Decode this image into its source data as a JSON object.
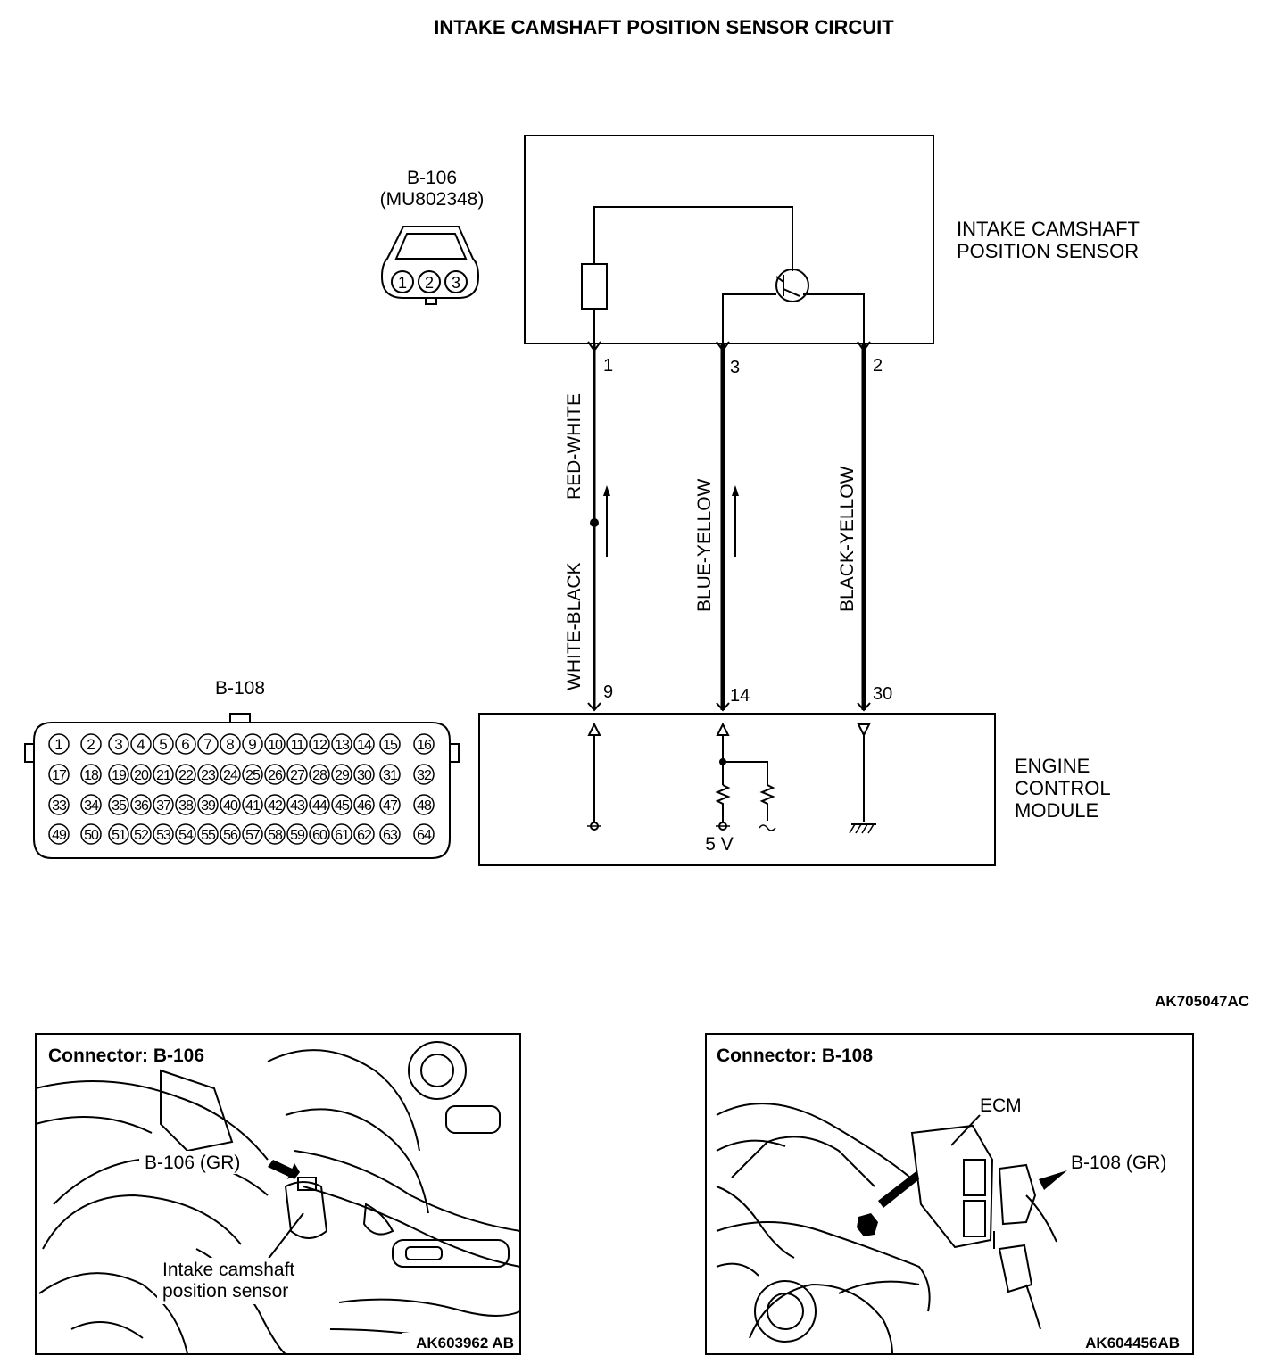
{
  "title": "INTAKE CAMSHAFT POSITION SENSOR CIRCUIT",
  "figure_code": "AK705047AC",
  "sensor": {
    "label_line1": "INTAKE CAMSHAFT",
    "label_line2": "POSITION SENSOR",
    "connector_id": "B-106",
    "part_number": "(MU802348)",
    "connector_pins": [
      "1",
      "2",
      "3"
    ]
  },
  "ecm": {
    "label_line1": "ENGINE",
    "label_line2": "CONTROL",
    "label_line3": "MODULE",
    "connector_id": "B-108",
    "voltage_label": "5 V",
    "pin_rows": [
      [
        "1",
        "2",
        "3",
        "4",
        "5",
        "6",
        "7",
        "8",
        "9",
        "10",
        "11",
        "12",
        "13",
        "14",
        "15",
        "16"
      ],
      [
        "17",
        "18",
        "19",
        "20",
        "21",
        "22",
        "23",
        "24",
        "25",
        "26",
        "27",
        "28",
        "29",
        "30",
        "31",
        "32"
      ],
      [
        "33",
        "34",
        "35",
        "36",
        "37",
        "38",
        "39",
        "40",
        "41",
        "42",
        "43",
        "44",
        "45",
        "46",
        "47",
        "48"
      ],
      [
        "49",
        "50",
        "51",
        "52",
        "53",
        "54",
        "55",
        "56",
        "57",
        "58",
        "59",
        "60",
        "61",
        "62",
        "63",
        "64"
      ]
    ]
  },
  "wires": [
    {
      "sensor_pin": "1",
      "ecm_pin": "9",
      "color_upper": "RED-WHITE",
      "color_lower": "WHITE-BLACK"
    },
    {
      "sensor_pin": "3",
      "ecm_pin": "14",
      "color": "BLUE-YELLOW"
    },
    {
      "sensor_pin": "2",
      "ecm_pin": "30",
      "color": "BLACK-YELLOW"
    }
  ],
  "panel_left": {
    "title": "Connector: B-106",
    "callout_connector": "B-106 (GR)",
    "callout_sensor_line1": "Intake camshaft",
    "callout_sensor_line2": "position sensor",
    "code": "AK603962 AB"
  },
  "panel_right": {
    "title": "Connector: B-108",
    "callout_ecm": "ECM",
    "callout_connector": "B-108 (GR)",
    "code": "AK604456AB"
  }
}
